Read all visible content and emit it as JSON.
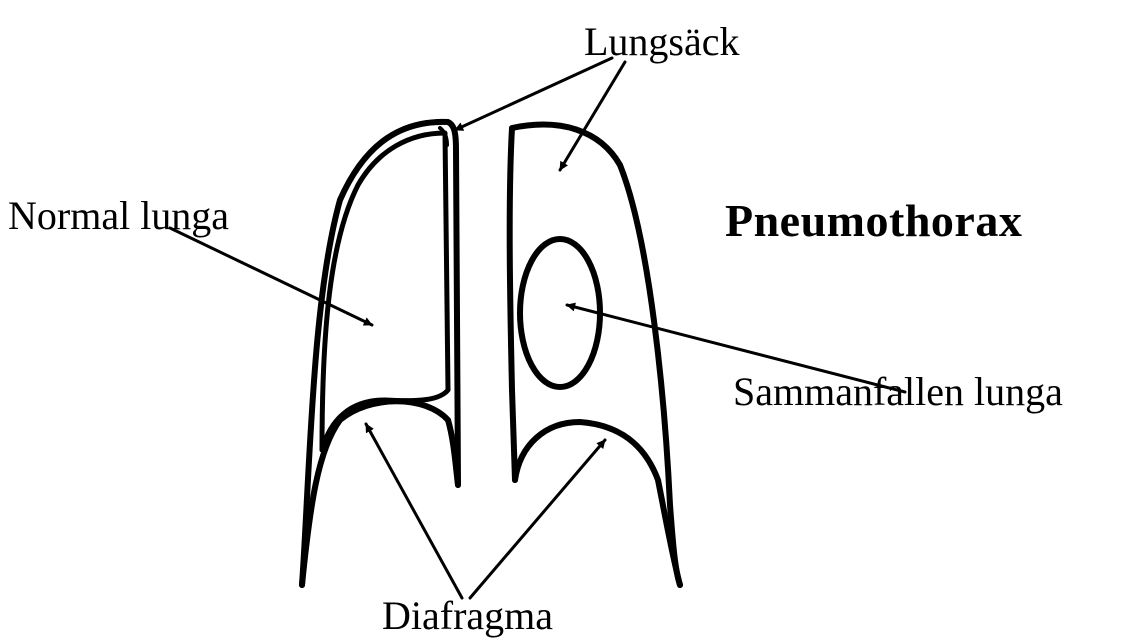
{
  "title": "Pneumothorax",
  "labels": {
    "pleura": "Lungsäck",
    "normal_lung": "Normal lunga",
    "collapsed_lung": "Sammanfallen lunga",
    "diaphragm": "Diafragma"
  },
  "colors": {
    "ink": "#000000",
    "background": "#ffffff"
  }
}
